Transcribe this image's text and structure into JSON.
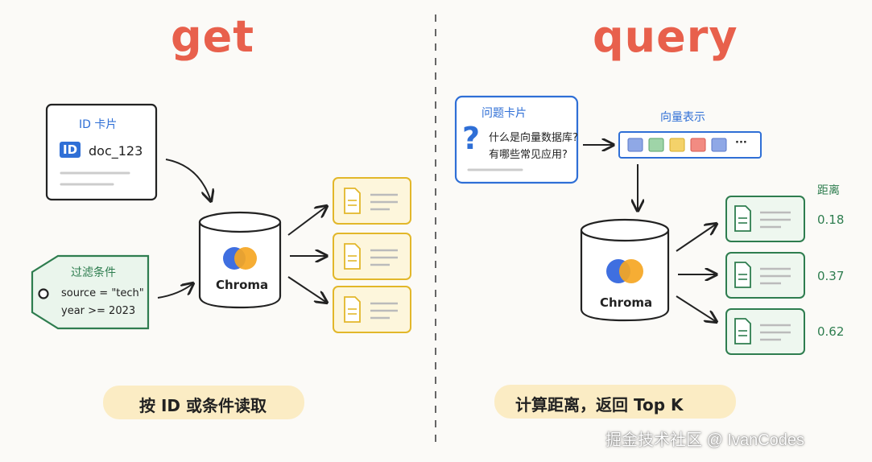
{
  "left": {
    "title": "get",
    "id_card": {
      "title": "ID 卡片",
      "badge": "ID",
      "value": "doc_123"
    },
    "filter_card": {
      "title": "过滤条件",
      "line1": "source = \"tech\"",
      "line2": "year >= 2023"
    },
    "db_label": "Chroma",
    "caption": "按 ID 或条件读取"
  },
  "right": {
    "title": "query",
    "question_card": {
      "title": "问题卡片",
      "icon": "?",
      "line1": "什么是向量数据库?",
      "line2": "有哪些常见应用?"
    },
    "vector": {
      "title": "向量表示",
      "ellipsis": "···"
    },
    "db_label": "Chroma",
    "distance_title": "距离",
    "distances": [
      "0.18",
      "0.37",
      "0.62"
    ],
    "caption": "计算距离，返回 Top K"
  },
  "watermark": "掘金技术社区 @ IvanCodes",
  "colors": {
    "title": "#e8604c",
    "blue": "#2f6fd6",
    "green": "#2e7d4f",
    "yellow": "#e2b72a",
    "caption_bg": "#fbecc4",
    "chroma_blue": "#3f6fe0",
    "chroma_orange": "#f5a623",
    "vector_cells": [
      "#8fa8e6",
      "#9fd4a8",
      "#f4d26a",
      "#f28b82",
      "#8fa8e6"
    ]
  },
  "icons": [
    "question-icon",
    "document-icon",
    "chroma-logo-icon",
    "funnel-tag-icon"
  ]
}
